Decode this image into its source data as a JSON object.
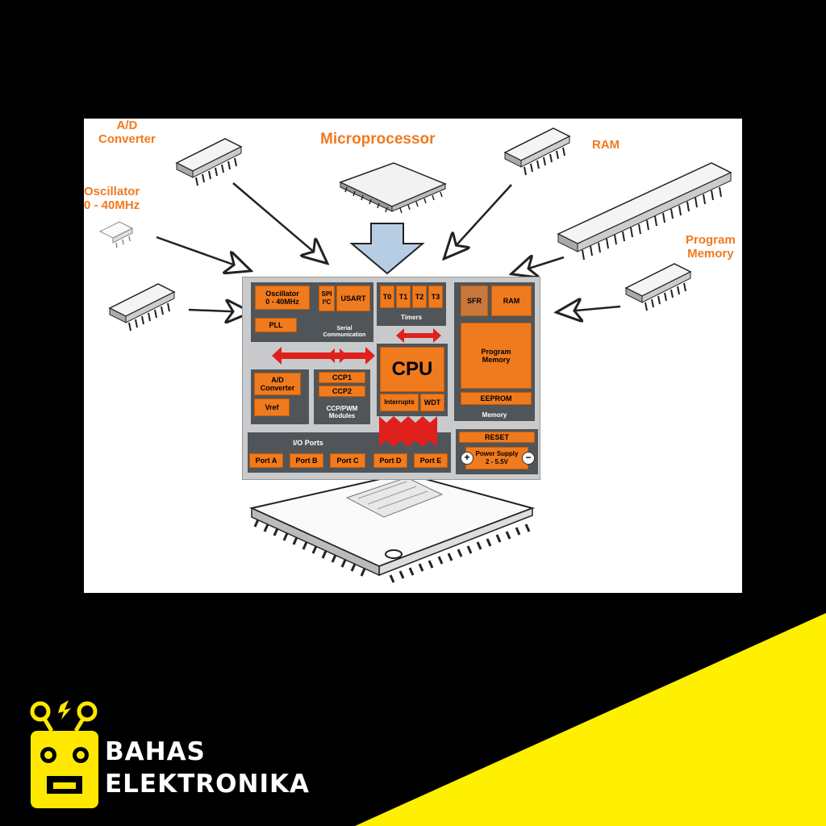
{
  "labels": {
    "ad_converter": "A/D\nConverter",
    "oscillator": "Oscillator\n0 - 40MHz",
    "microprocessor": "Microprocessor",
    "ram": "RAM",
    "program_memory": "Program\nMemory"
  },
  "chip": {
    "oscillator": "Oscillator\n0 - 40MHz",
    "pll": "PLL",
    "spi": "SPI\nI²C",
    "usart": "USART",
    "serial": "Serial\nCommunication",
    "timers": [
      "T0",
      "T1",
      "T2",
      "T3"
    ],
    "timers_label": "Timers",
    "sfr": "SFR",
    "ram": "RAM",
    "cpu": "CPU",
    "interrupts": "Interrupts",
    "wdt": "WDT",
    "ad": "A/D\nConverter",
    "vref": "Vref",
    "ccp1": "CCP1",
    "ccp2": "CCP2",
    "ccp_label": "CCP/PWM\nModules",
    "program_memory": "Program\nMemory",
    "eeprom": "EEPROM",
    "memory": "Memory",
    "io_ports": "I/O Ports",
    "ports": [
      "Port A",
      "Port B",
      "Port C",
      "Port D",
      "Port E"
    ],
    "reset": "RESET",
    "power": "Power Supply\n2 - 5.5V"
  },
  "brand": {
    "line1": "BAHAS",
    "line2": "ELEKTRONIKA"
  },
  "colors": {
    "accent": "#f07a1e",
    "dark_block": "#50555a",
    "arrow_red": "#e0201c",
    "brand_yellow": "#ffef00"
  }
}
